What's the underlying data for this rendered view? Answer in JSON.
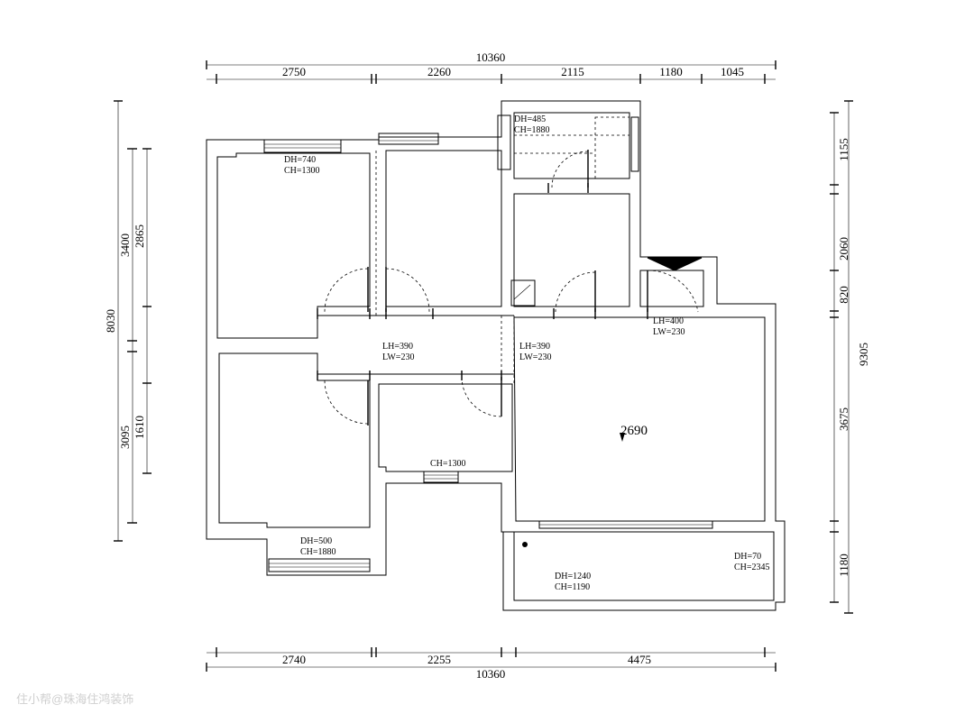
{
  "top_dims": {
    "total": "10360",
    "seg1": "2750",
    "seg2": "2260",
    "seg3": "2115",
    "seg4": "1180",
    "seg5": "1045"
  },
  "bottom_dims": {
    "total": "10360",
    "seg1": "2740",
    "seg2": "2255",
    "seg3": "4475"
  },
  "left_dims": {
    "total": "8030",
    "outer1": "3400",
    "outer2": "3095",
    "inner1": "2865",
    "inner2": "1610"
  },
  "right_dims": {
    "total": "9305",
    "seg1": "1155",
    "seg2": "2060",
    "seg3": "820",
    "seg4": "3675",
    "seg5": "1180"
  },
  "notes": {
    "kitchen_dh": "DH=485",
    "kitchen_ch": "CH=1880",
    "bed1_dh": "DH=740",
    "bed1_ch": "CH=1300",
    "beam1_lh": "LH=390",
    "beam1_lw": "LW=230",
    "beam2_lh": "LH=390",
    "beam2_lw": "LW=230",
    "beam3_lh": "LH=400",
    "beam3_lw": "LW=230",
    "bath_ch": "CH=1300",
    "bed2_dh": "DH=500",
    "bed2_ch": "CH=1880",
    "balcony_dh1": "DH=1240",
    "balcony_ch1": "CH=1190",
    "balcony_dh2": "DH=70",
    "balcony_ch2": "CH=2345",
    "ceiling_height": "2690"
  },
  "watermark": "住小帮@珠海住鸿装饰"
}
